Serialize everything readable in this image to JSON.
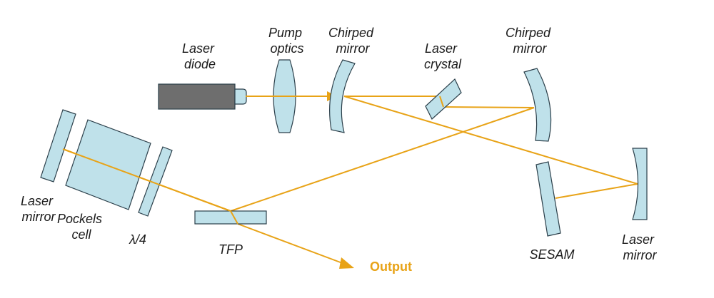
{
  "colors": {
    "beam": "#E8A317",
    "optic_fill": "#BFE1EA",
    "optic_stroke": "#2B3F4A",
    "diode_body": "#6E6E6E",
    "output_text": "#E8A317"
  },
  "labels": {
    "laser_diode": [
      "Laser",
      "diode"
    ],
    "pump_optics": [
      "Pump",
      "optics"
    ],
    "chirped_mirror_1": [
      "Chirped",
      "mirror"
    ],
    "laser_crystal": [
      "Laser",
      "crystal"
    ],
    "chirped_mirror_2": [
      "Chirped",
      "mirror"
    ],
    "laser_mirror_left": [
      "Laser",
      "mirror"
    ],
    "pockels_cell": [
      "Pockels",
      "cell"
    ],
    "quarter_wave": "λ/4",
    "tfp": "TFP",
    "output": "Output",
    "sesam": "SESAM",
    "laser_mirror_right": [
      "Laser",
      "mirror"
    ]
  }
}
